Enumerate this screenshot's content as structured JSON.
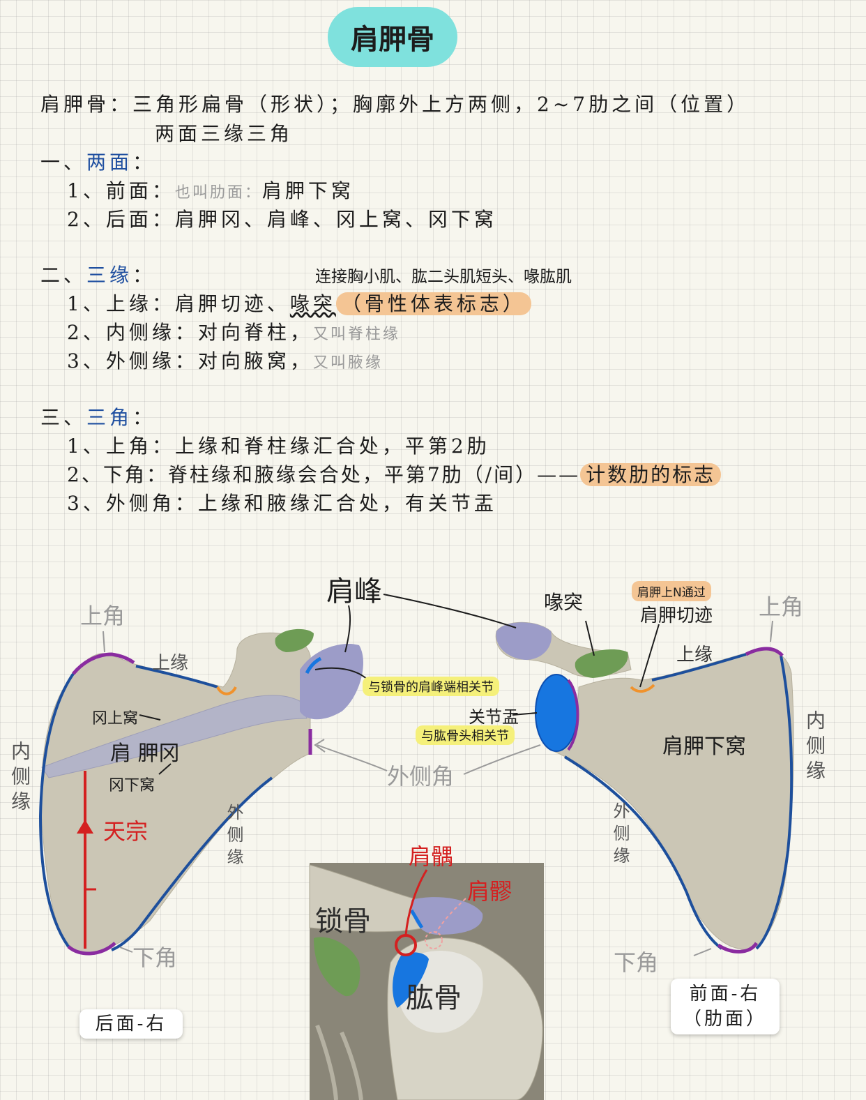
{
  "title": "肩胛骨",
  "intro": {
    "line1": "肩胛骨：三角形扁骨（形状）；胸廓外上方两侧，2~7肋之间（位置）",
    "line2": "两面三缘三角"
  },
  "sections": {
    "faces": {
      "prefix": "一、",
      "heading": "两面",
      "colon": "：",
      "items": [
        {
          "num": "1、",
          "label": "前面：",
          "aside": "也叫肋面：",
          "text": "肩胛下窝"
        },
        {
          "num": "2、",
          "label": "后面：",
          "text": "肩胛冈、肩峰、冈上窝、冈下窝"
        }
      ]
    },
    "borders": {
      "prefix": "二、",
      "heading": "三缘",
      "colon": "：",
      "note": "连接胸小肌、肱二头肌短头、喙肱肌",
      "items": [
        {
          "num": "1、",
          "label": "上缘：",
          "text": "肩胛切迹、",
          "keyword": "喙突",
          "highlight": "（骨性体表标志）"
        },
        {
          "num": "2、",
          "label": "内侧缘：",
          "text": "对向脊柱，",
          "aside": "又叫脊柱缘"
        },
        {
          "num": "3、",
          "label": "外侧缘：",
          "text": "对向腋窝，",
          "aside": "又叫腋缘"
        }
      ]
    },
    "angles": {
      "prefix": "三、",
      "heading": "三角",
      "colon": "：",
      "items": [
        {
          "num": "1、",
          "label": "上角：",
          "text": "上缘和脊柱缘汇合处，平第2肋"
        },
        {
          "num": "2、",
          "label": "下角：",
          "text": "脊柱缘和腋缘会合处，平第7肋（/间）——",
          "highlight": "计数肋的标志"
        },
        {
          "num": "3、",
          "label": "外侧角：",
          "text": "上缘和腋缘汇合处，有关节盂"
        }
      ]
    }
  },
  "diagram": {
    "acromion": "肩峰",
    "coracoid": "喙突",
    "notch_note": "肩胛上N通过",
    "notch": "肩胛切迹",
    "upper_angle": "上角",
    "superior_border": "上缘",
    "acromion_joint": "与锁骨的肩峰端相关节",
    "glenoid": "关节盂",
    "glenoid_joint": "与肱骨头相关节",
    "supraspinous": "冈上窝",
    "spine": "肩 胛冈",
    "infraspinous": "冈下窝",
    "lateral_angle": "外侧角",
    "subscapular": "肩胛下窝",
    "medial_border": "内侧缘",
    "lateral_border": "外侧缘",
    "tianzong": "天宗",
    "jianyu": "肩髃",
    "jianliao": "肩髎",
    "clavicle": "锁骨",
    "humerus": "肱骨",
    "lower_angle": "下角",
    "card_posterior": "后面-右",
    "card_anterior_1": "前面-右",
    "card_anterior_2": "（肋面）"
  },
  "colors": {
    "title_bg": "#7fe1dd",
    "heading_blue": "#1f4fa0",
    "orange_highlight": "#f4c594",
    "yellow_highlight": "#f5f07a",
    "bone": "#cbc6b5",
    "border_line": "#1d4f9c",
    "angle_purple": "#8a2ca0",
    "process_purple": "#9c9cc8",
    "muscle_green": "#6e9c55",
    "glenoid_blue": "#1776e0",
    "red": "#d42020"
  }
}
